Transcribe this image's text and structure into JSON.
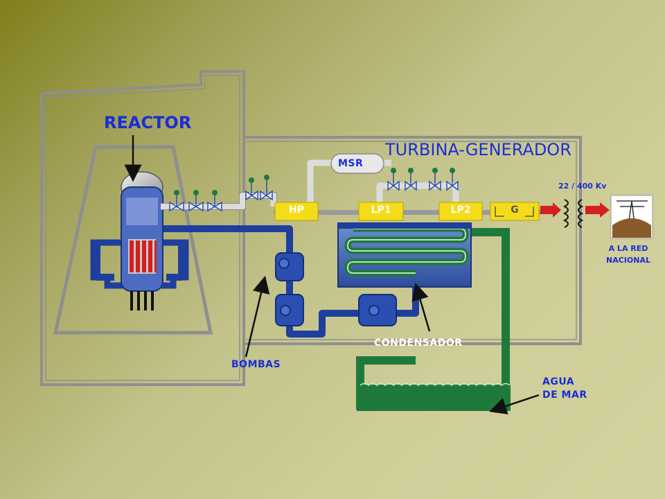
{
  "labels": {
    "reactor": "REACTOR",
    "turbine_generator": "TURBINA-GENERADOR",
    "msr": "MSR",
    "hp": "HP",
    "lp1": "LP1",
    "lp2": "LP2",
    "generator": "G",
    "voltage": "22 / 400 Kv",
    "grid_line1": "A LA RED",
    "grid_line2": "NACIONAL",
    "condenser": "CONDENSADOR",
    "pumps": "BOMBAS",
    "seawater_line1": "AGUA",
    "seawater_line2": "DE MAR"
  },
  "colors": {
    "label_blue": "#1a2ed6",
    "label_white": "#ffffff",
    "building_line": "#8f8f8f",
    "pipe_blue": "#1f3f9e",
    "steam_pipe": "#dcdcdc",
    "turbine_yellow": "#f5dc1a",
    "sea_green": "#1e7a3a",
    "condenser_blue": "#3a5cb0",
    "arrow_red": "#d42020"
  }
}
